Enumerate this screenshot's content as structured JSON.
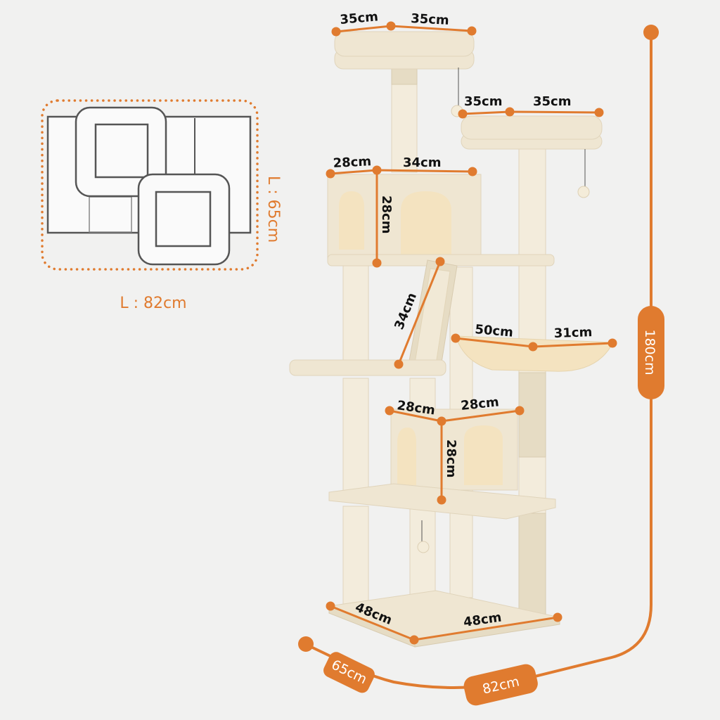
{
  "accent_color": "#e07b2f",
  "footprint_diagram": {
    "width_label": "L : 82cm",
    "depth_label": "L : 65cm"
  },
  "dimensions": {
    "top_perch": {
      "left": "35cm",
      "right": "35cm"
    },
    "second_perch": {
      "left": "35cm",
      "right": "35cm"
    },
    "upper_condo": {
      "depth": "28cm",
      "width": "34cm",
      "height": "28cm"
    },
    "ramp": {
      "length": "34cm"
    },
    "hammock": {
      "width": "50cm",
      "depth": "31cm"
    },
    "lower_condo": {
      "depth": "28cm",
      "width": "28cm",
      "height": "28cm"
    },
    "base": {
      "left": "48cm",
      "right": "48cm"
    }
  },
  "overall": {
    "height": "180cm",
    "depth": "65cm",
    "width": "82cm"
  }
}
